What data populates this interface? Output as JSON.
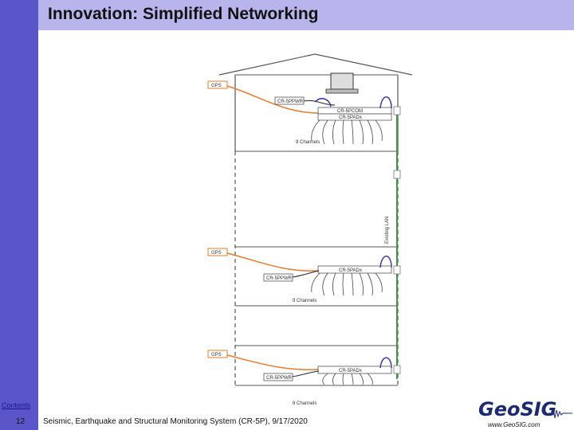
{
  "header": {
    "title": "Innovation: Simplified Networking"
  },
  "nav": {
    "contents_label": "Contents"
  },
  "footer": {
    "slide_number": "12",
    "text": "Seismic, Earthquake and Structural Monitoring System (CR-5P), 9/17/2020",
    "logo_text": "GeoSIG",
    "url": "www.GeoSIG.com"
  },
  "diagram": {
    "gps_label": "GPS",
    "floor1": {
      "modem_label": "CR-5PPWR",
      "pcom_label": "CR-5PCOM",
      "padx_label": "CR-5PADx",
      "channels": "9 Channels"
    },
    "floor2": {
      "modem_label": "CR-5PPWR",
      "padx_label": "CR-5PADx",
      "channels": "9 Channels"
    },
    "floor3": {
      "modem_label": "CR-5PPWR",
      "padx_label": "CR-5PADx",
      "channels": "9 Channels"
    },
    "lan_label": "Existing LAN"
  },
  "colors": {
    "sidebar": "#5a55c8",
    "titlebar": "#b8b5ec",
    "gps_cable": "#e87a2a",
    "lan": "#3a9a3a",
    "wire": "#3a3ab8"
  }
}
